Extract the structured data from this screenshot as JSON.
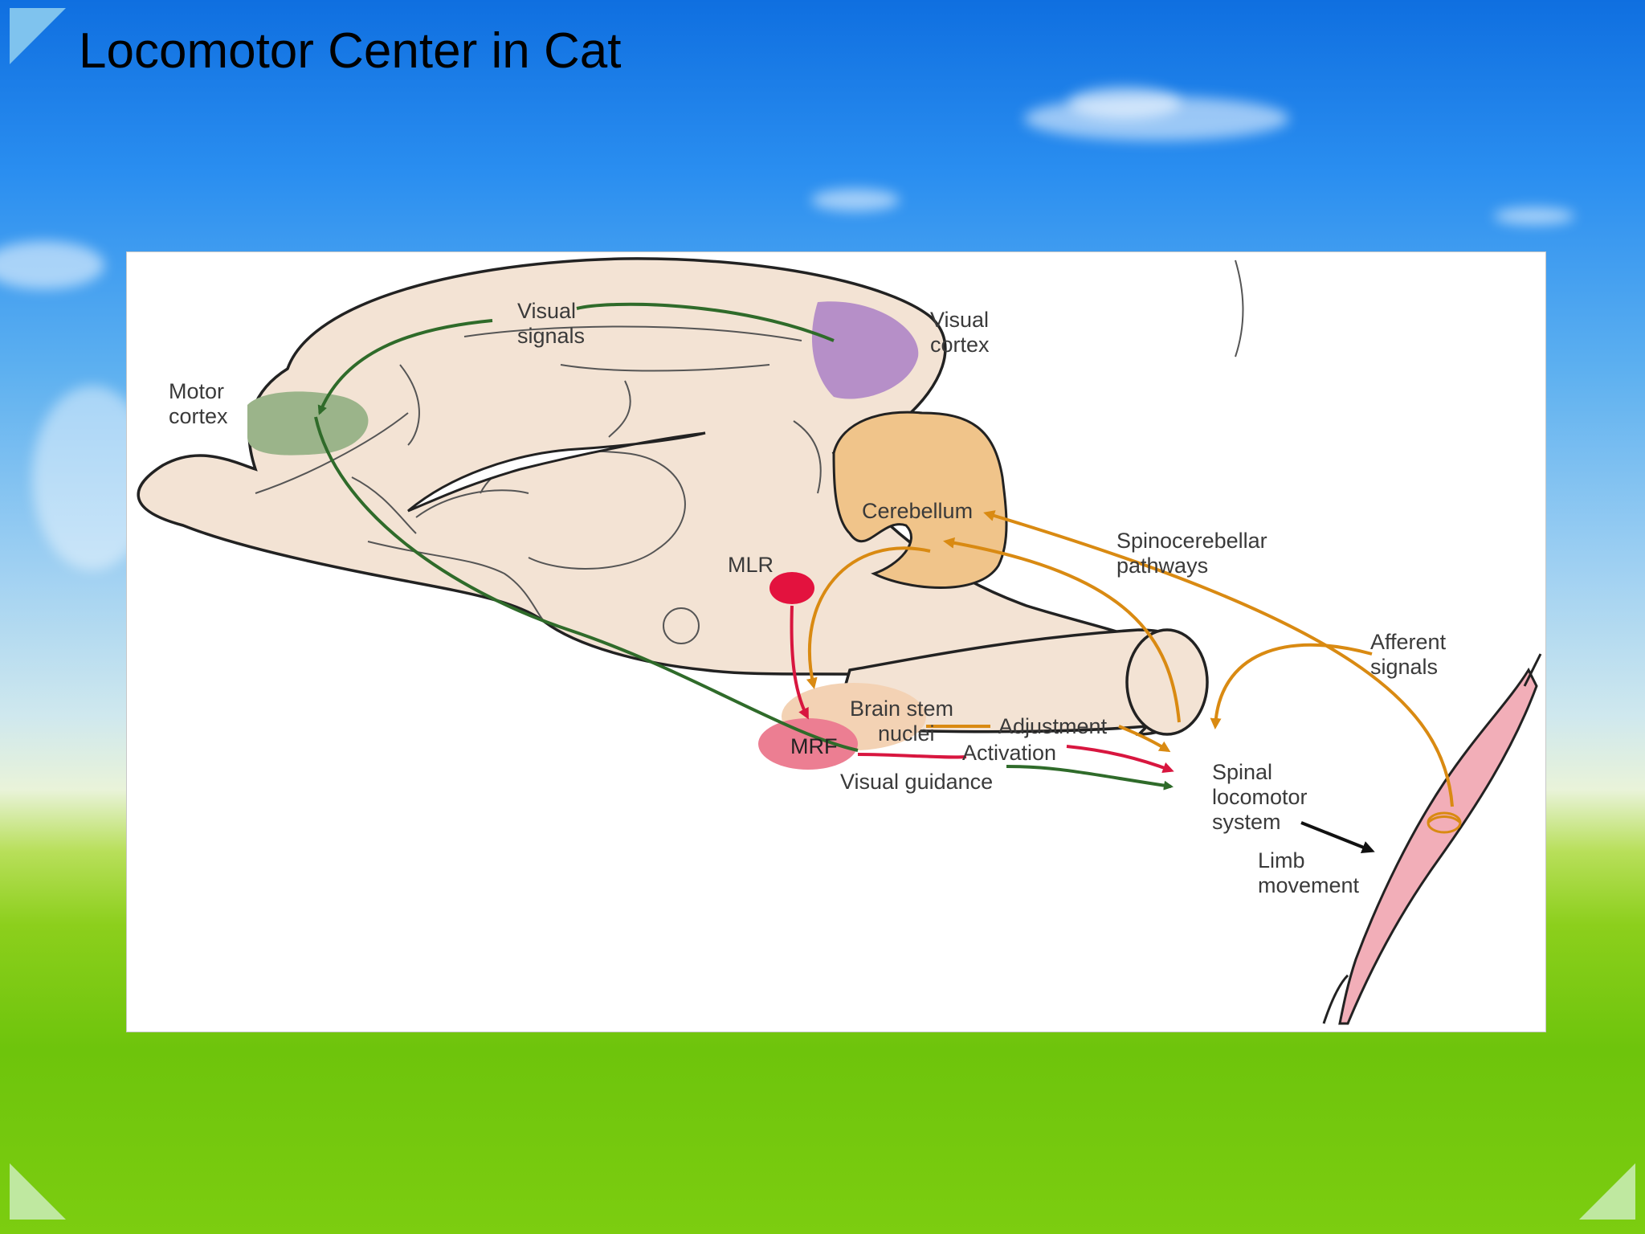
{
  "slide": {
    "title": "Locomotor Center in Cat"
  },
  "diagram": {
    "labels": {
      "visual_signals": [
        "Visual",
        "signals"
      ],
      "visual_cortex": [
        "Visual",
        "cortex"
      ],
      "motor_cortex": [
        "Motor",
        "cortex"
      ],
      "cerebellum": "Cerebellum",
      "spinocerebellar_pathways": [
        "Spinocerebellar",
        "pathways"
      ],
      "mlr": "MLR",
      "afferent_signals": [
        "Afferent",
        "signals"
      ],
      "brain_stem_nuclei": [
        "Brain stem",
        "nuclei"
      ],
      "adjustment": "Adjustment",
      "mrf": "MRF",
      "activation": "Activation",
      "visual_guidance": "Visual guidance",
      "spinal_locomotor_system": [
        "Spinal",
        "locomotor",
        "system"
      ],
      "limb_movement": [
        "Limb",
        "movement"
      ]
    },
    "colors": {
      "visual_pathway": "#2f6b2a",
      "activation_pathway": "#d8163f",
      "adjustment_pathway": "#d98a12",
      "brain_fill": "#f3e3d4",
      "cerebellum_fill": "#f0c48a",
      "visual_cortex_fill": "#b68fc8",
      "motor_cortex_fill": "#9bb48a",
      "mlr_fill": "#e3123e",
      "mrf_fill": "#ec7e92",
      "muscle_fill": "#f2aeb8"
    }
  }
}
